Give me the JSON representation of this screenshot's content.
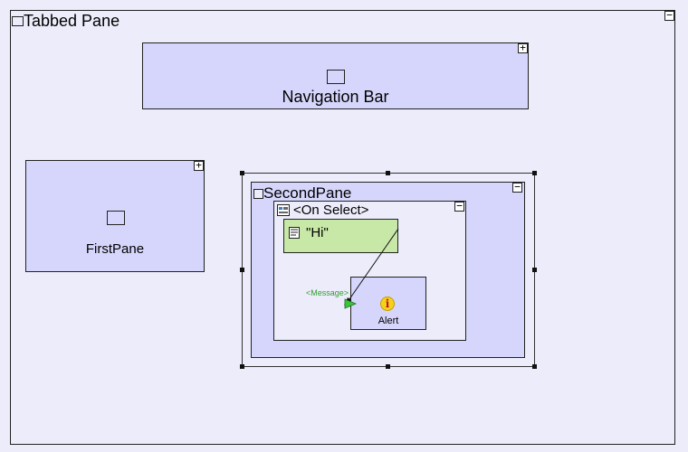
{
  "tabbed_pane": {
    "title": "Tabbed Pane",
    "button": "−"
  },
  "navigation_bar": {
    "title": "Navigation Bar",
    "button": "+"
  },
  "first_pane": {
    "title": "FirstPane",
    "button": "+"
  },
  "second_pane": {
    "title": "SecondPane",
    "button": "−"
  },
  "on_select": {
    "title": "<On Select>",
    "button": "−"
  },
  "hi_node": {
    "text": "\"Hi\""
  },
  "connector": {
    "label": "<Message>"
  },
  "alert": {
    "label": "Alert",
    "icon_text": "i"
  },
  "colors": {
    "canvas": "#ececfb",
    "pane_fill": "#d6d6fc",
    "hi_fill": "#c8e8a8",
    "connector_label": "#2f9f2f",
    "alert_icon": "#f4d21c"
  }
}
